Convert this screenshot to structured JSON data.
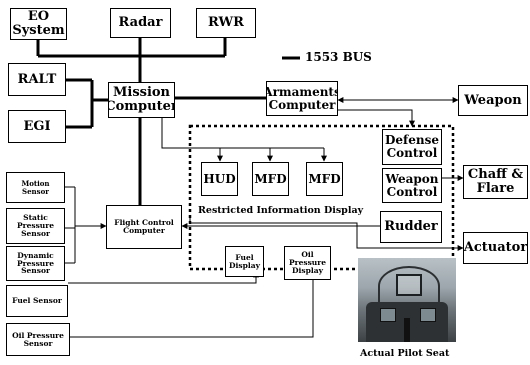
{
  "bus_legend": "1553 BUS",
  "caption_restricted": "Restricted Information Display",
  "caption_seat": "Actual Pilot Seat",
  "blocks": {
    "eo_system": "EO\nSystem",
    "radar": "Radar",
    "rwr": "RWR",
    "ralt": "RALT",
    "egi": "EGI",
    "mission_computer": "Mission\nComputer",
    "armaments_computer": "Armaments\nComputer",
    "weapon": "Weapon",
    "defense_control": "Defense\nControl",
    "weapon_control": "Weapon\nControl",
    "chaff_flare": "Chaff &\nFlare",
    "hud": "HUD",
    "mfd_1": "MFD",
    "mfd_2": "MFD",
    "rudder": "Rudder",
    "actuator": "Actuator",
    "motion_sensor": "Motion Sensor",
    "static_pressure_sensor": "Static\nPressure\nSensor",
    "dynamic_pressure_sensor": "Dynamic\nPressure\nSensor",
    "flight_control_computer": "Flight Control\nComputer",
    "fuel_display": "Fuel\nDisplay",
    "oil_pressure_display": "Oil\nPressure\nDisplay",
    "fuel_sensor": "Fuel Sensor",
    "oil_pressure_sensor": "Oil Pressure\nSensor"
  }
}
